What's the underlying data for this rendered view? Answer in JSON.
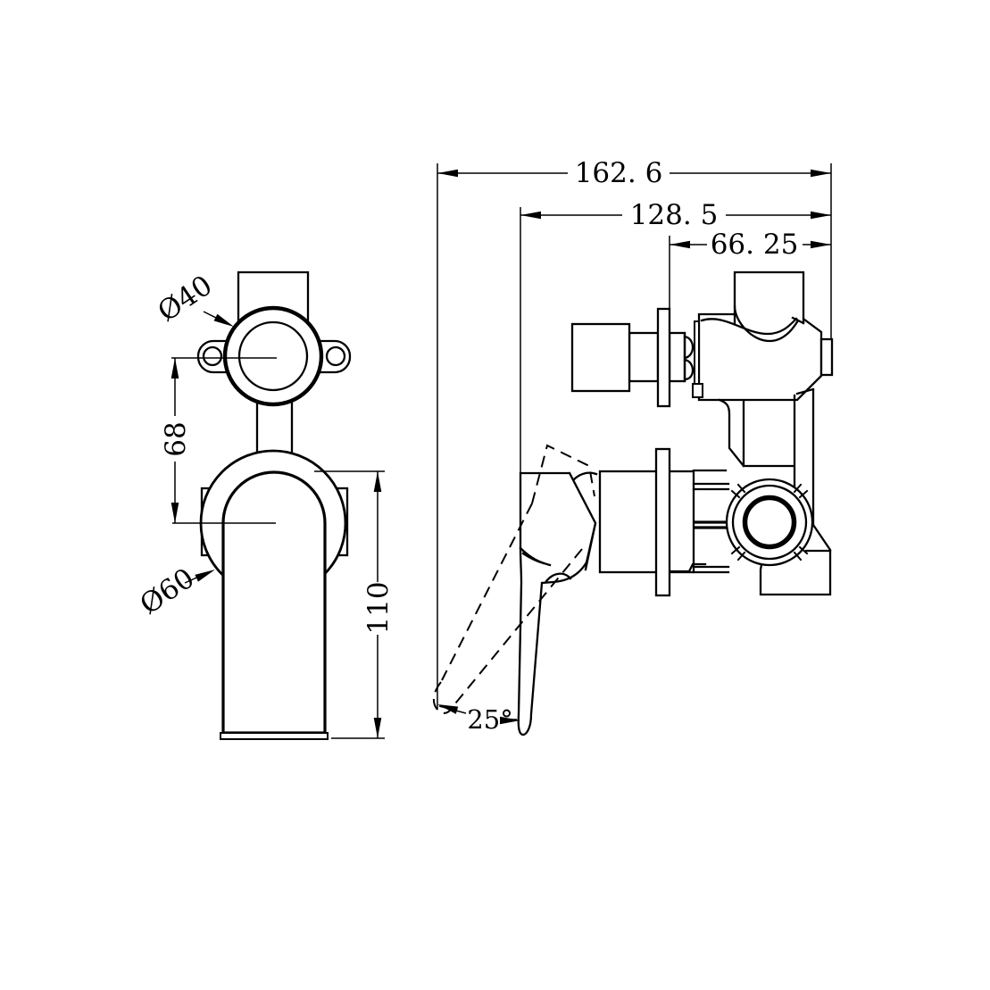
{
  "drawing": {
    "background": "#ffffff",
    "line_color": "#000000",
    "dims": {
      "total_depth": "162. 6",
      "depth_to_handle": "128. 5",
      "depth_to_flange": "66. 25",
      "top_port_diameter": "Ø40",
      "port_spacing": "68",
      "body_diameter": "Ø60",
      "handle_length": "110",
      "handle_angle": "25°"
    }
  }
}
